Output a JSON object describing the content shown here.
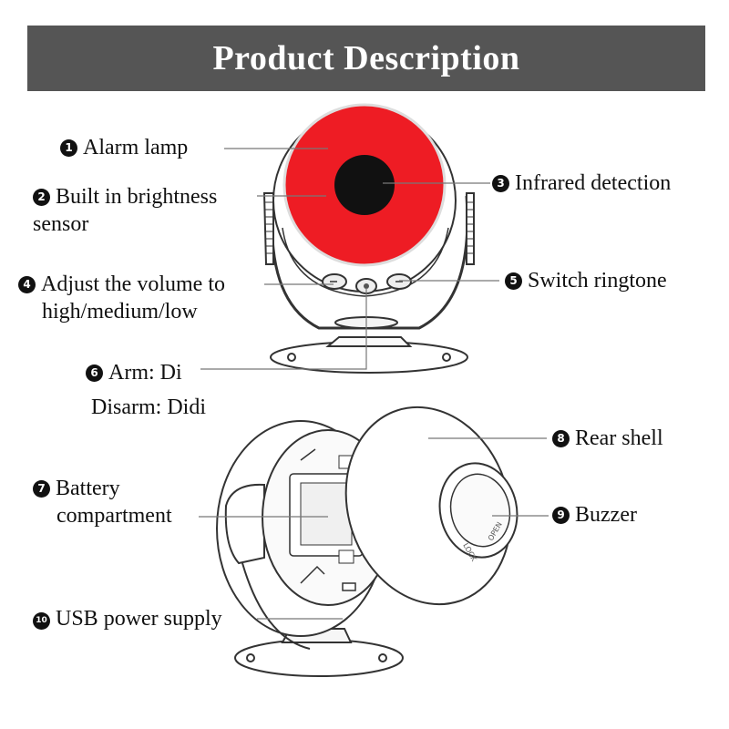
{
  "header": {
    "title": "Product Description"
  },
  "callouts": [
    {
      "number": "1",
      "lines": [
        "Alarm lamp"
      ]
    },
    {
      "number": "2",
      "lines": [
        "Built in brightness",
        "sensor"
      ]
    },
    {
      "number": "3",
      "lines": [
        "Infrared detection"
      ]
    },
    {
      "number": "4",
      "lines": [
        "Adjust the volume to",
        "high/medium/low"
      ]
    },
    {
      "number": "5",
      "lines": [
        "Switch ringtone"
      ]
    },
    {
      "number": "6",
      "lines": [
        "Arm: Di",
        "Disarm: Didi"
      ]
    },
    {
      "number": "7",
      "lines": [
        "Battery",
        "compartment"
      ]
    },
    {
      "number": "8",
      "lines": [
        "Rear shell"
      ]
    },
    {
      "number": "9",
      "lines": [
        "Buzzer"
      ]
    },
    {
      "number": "10",
      "lines": [
        "USB power supply"
      ]
    }
  ],
  "device_markings": {
    "lock": "LOCK",
    "open": "OPEN"
  },
  "colors": {
    "banner": "#555555",
    "lamp": "#ee1c24",
    "lens": "#111111"
  }
}
